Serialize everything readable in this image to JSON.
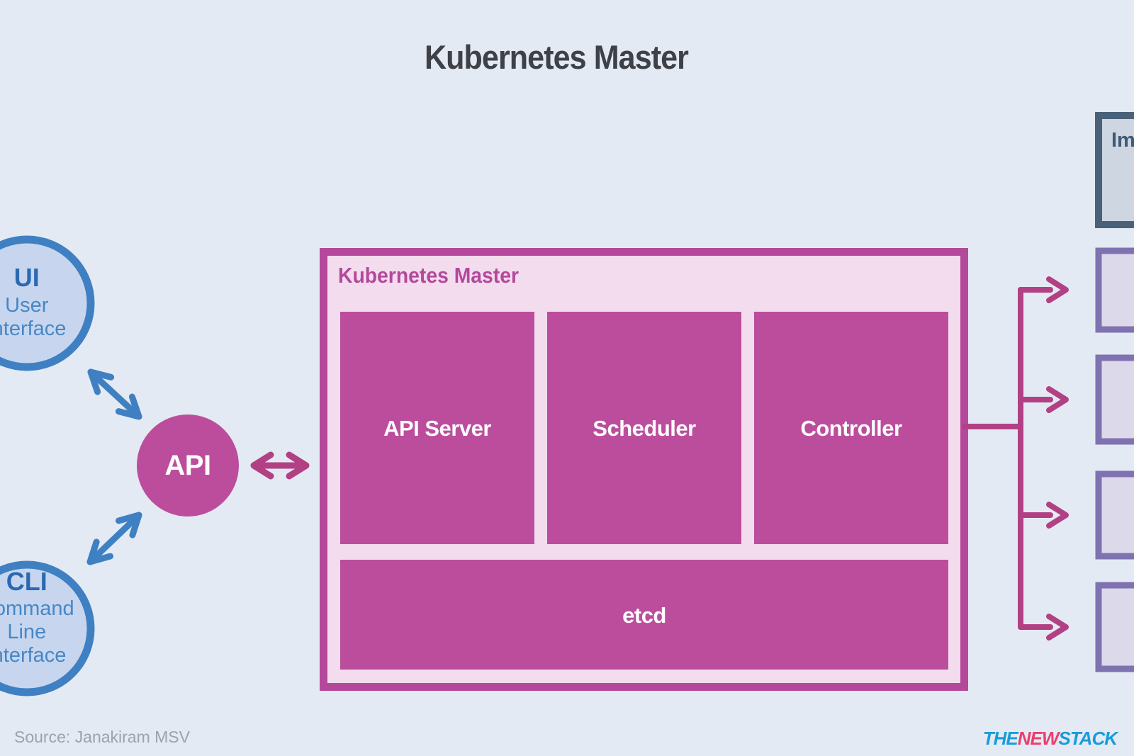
{
  "title": "Kubernetes Master",
  "colors": {
    "bg": "#e4eaf3",
    "title": "#3e4147",
    "blue": "#3f80c2",
    "blue-fill": "#c7d6ee",
    "blue-text-bold": "#2a69b2",
    "blue-text": "#4787c7",
    "magenta": "#bc4d9d",
    "magenta-border": "#b4489b",
    "magenta-arrow": "#b24084",
    "master-fill": "#f3dcee",
    "gray-border": "#4a6279",
    "gray-fill": "#cdd6e1",
    "gray-text": "#3e5a78",
    "purple-border": "#7e72b1",
    "purple-fill": "#dcd9ea",
    "source": "#99a3af",
    "logo-blue": "#189cdb",
    "logo-pink": "#e9406e"
  },
  "left": {
    "ui_circle": {
      "abbr": "UI",
      "lines": [
        "User",
        "Interface"
      ]
    },
    "cli_circle": {
      "abbr": "CLI",
      "lines": [
        "Command",
        "Line",
        "Interface"
      ]
    },
    "api_circle": {
      "label": "API"
    }
  },
  "master": {
    "label": "Kubernetes Master",
    "components": [
      "API Server",
      "Scheduler",
      "Controller"
    ],
    "storage": "etcd"
  },
  "right": {
    "registry_label": "Im",
    "node_box_count": 4
  },
  "footer": {
    "source": "Source: Janakiram MSV",
    "brand": {
      "the": "THE",
      "new": "NEW",
      "stack": "STACK"
    }
  }
}
